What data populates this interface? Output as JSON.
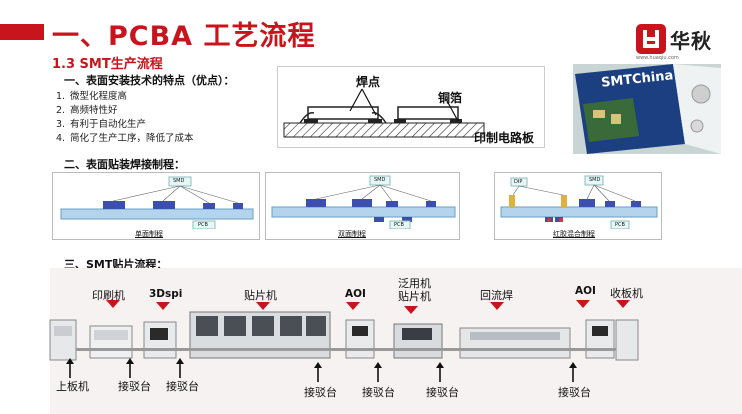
{
  "header": {
    "title": "一、PCBA 工艺流程",
    "subtitle": "1.3 SMT生产流程",
    "brand": "华秋",
    "brand_url": "www.huaqiu.com",
    "accent_color": "#c8151d"
  },
  "section1": {
    "heading": "一、表面安装技术的特点（优点）：",
    "items": [
      {
        "n": "1.",
        "text": "微型化程度高"
      },
      {
        "n": "2.",
        "text": "高频特性好"
      },
      {
        "n": "3.",
        "text": "有利于自动化生产"
      },
      {
        "n": "4.",
        "text": "简化了生产工序，降低了成本"
      }
    ],
    "diagram": {
      "solder_label": "焊点",
      "copper_label": "铜箔",
      "pcb_label": "印制电路板"
    },
    "book_text": "SMTChina"
  },
  "section2": {
    "heading": "二、表面贴装焊接制程：",
    "panels": [
      {
        "caption": "单面制程",
        "smd": "SMD",
        "pcb": "PCB"
      },
      {
        "caption": "双面制程",
        "smd": "SMD",
        "pcb": "PCB"
      },
      {
        "caption": "红胶混合制程",
        "smd": "SMD",
        "dip": "DIP",
        "pcb": "PCB"
      }
    ]
  },
  "section3": {
    "heading": "三、SMT贴片流程：",
    "top_labels": {
      "printer": "印刷机",
      "spi": "3Dspi",
      "mounter": "贴片机",
      "aoi1": "AOI",
      "general_mounter": "泛用机\n贴片机",
      "reflow": "回流焊",
      "aoi2": "AOI",
      "unloader": "收板机"
    },
    "bottom_labels": {
      "loader": "上板机",
      "conv1": "接驳台",
      "conv2": "接驳台",
      "conv3": "接驳台",
      "conv4": "接驳台",
      "conv5": "接驳台",
      "conv6": "接驳台"
    }
  }
}
